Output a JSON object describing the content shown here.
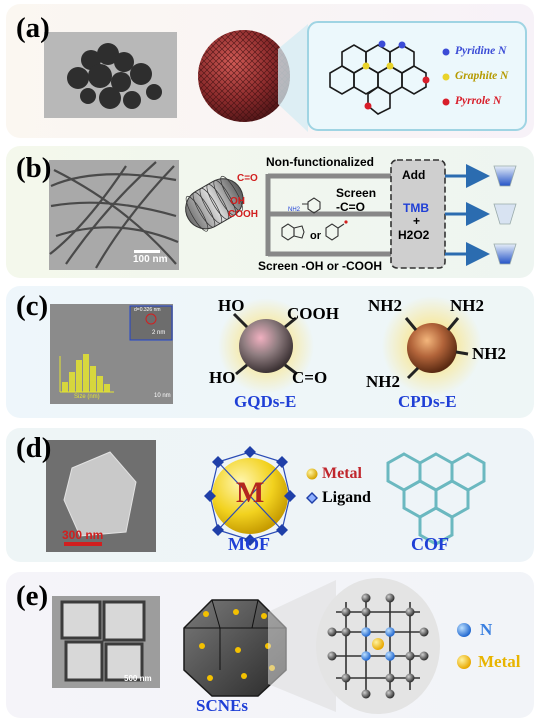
{
  "colors": {
    "blue_label": "#1f3fd6",
    "metal_red": "#d11f1f",
    "metal_gold": "#e8b400",
    "nitrogen_blue": "#3a7fe0"
  },
  "panel_a": {
    "label": "(a)",
    "legend": [
      {
        "text": "Pyridine N",
        "color": "#3b4cd6"
      },
      {
        "text": "Graphite N",
        "color": "#e9d32a"
      },
      {
        "text": "Pyrrole N",
        "color": "#d81e2a"
      }
    ]
  },
  "panel_b": {
    "label": "(b)",
    "scale_bar": "100 nm",
    "groups": [
      "C=O",
      "OH",
      "COOH"
    ],
    "non_functionalized": "Non-functionalized",
    "screen_co": "Screen\n-C=O",
    "or": "or",
    "screen_oh": "Screen -OH or -COOH",
    "add_box": [
      "Add",
      "TMB",
      "+",
      "H2O2"
    ],
    "amine_label": "NH2"
  },
  "panel_c": {
    "label": "(c)",
    "gqd_groups": [
      "HO",
      "COOH",
      "HO",
      "C=O"
    ],
    "gqd_name": "GQDs-E",
    "cpd_groups": [
      "NH2",
      "NH2",
      "NH2",
      "NH2"
    ],
    "cpd_name": "CPDs-E",
    "inset_text": "d=0.326 nm",
    "inset_scale": "2 nm",
    "hist_xlabel": "Size (nm)",
    "micro_scale": "10 nm"
  },
  "panel_d": {
    "label": "(d)",
    "scale_bar": "300 nm",
    "m_letter": "M",
    "legend_metal": "Metal",
    "legend_ligand": "Ligand",
    "mof_name": "MOF",
    "cof_name": "COF"
  },
  "panel_e": {
    "label": "(e)",
    "scale_bar": "500 nm",
    "name": "SCNEs",
    "legend_n": "N",
    "legend_metal": "Metal"
  }
}
